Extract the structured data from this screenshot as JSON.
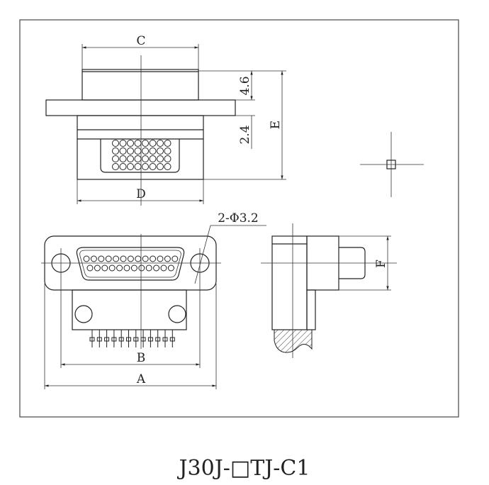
{
  "drawing": {
    "dimensions": {
      "c": "C",
      "d": "D",
      "e": "E",
      "dim_4_6": "4.6",
      "dim_2_4": "2.4",
      "holes": "2-Φ3.2",
      "b": "B",
      "a": "A",
      "f": "F"
    },
    "caption": "J30J-□TJ-C1"
  }
}
